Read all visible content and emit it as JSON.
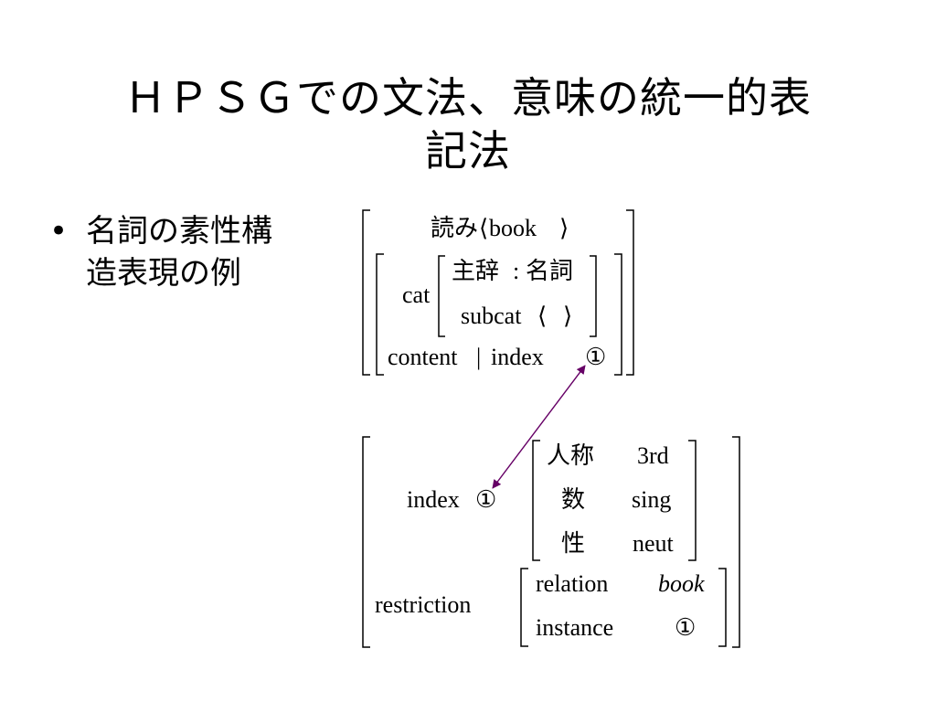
{
  "slide": {
    "title_line1": "ＨＰＳＧでの文法、意味の統一的表",
    "title_line2": "記法",
    "bullet_symbol": "•",
    "bullet_text": "名詞の素性構造表現の例"
  },
  "fs_top": {
    "yomi_label": "読み",
    "yomi_open": "⟨",
    "yomi_value": "book",
    "yomi_close": "⟩",
    "cat_label": "cat",
    "head_label": "主辞",
    "head_sep": ":",
    "head_value": "名詞",
    "subcat_label": "subcat",
    "subcat_open": "⟨",
    "subcat_close": "⟩",
    "content_label": "content",
    "content_sep": "|",
    "index_label": "index",
    "tag": "①"
  },
  "fs_bottom": {
    "index_label": "index",
    "tag": "①",
    "agr_rows": [
      {
        "feature": "人称",
        "value": "3rd"
      },
      {
        "feature": "数",
        "value": "sing"
      },
      {
        "feature": "性",
        "value": "neut"
      }
    ],
    "restriction_label": "restriction",
    "relation_label": "relation",
    "relation_value": "book",
    "instance_label": "instance",
    "instance_tag": "①"
  },
  "colors": {
    "arrow": "#660066",
    "text": "#000000",
    "background": "#ffffff"
  }
}
